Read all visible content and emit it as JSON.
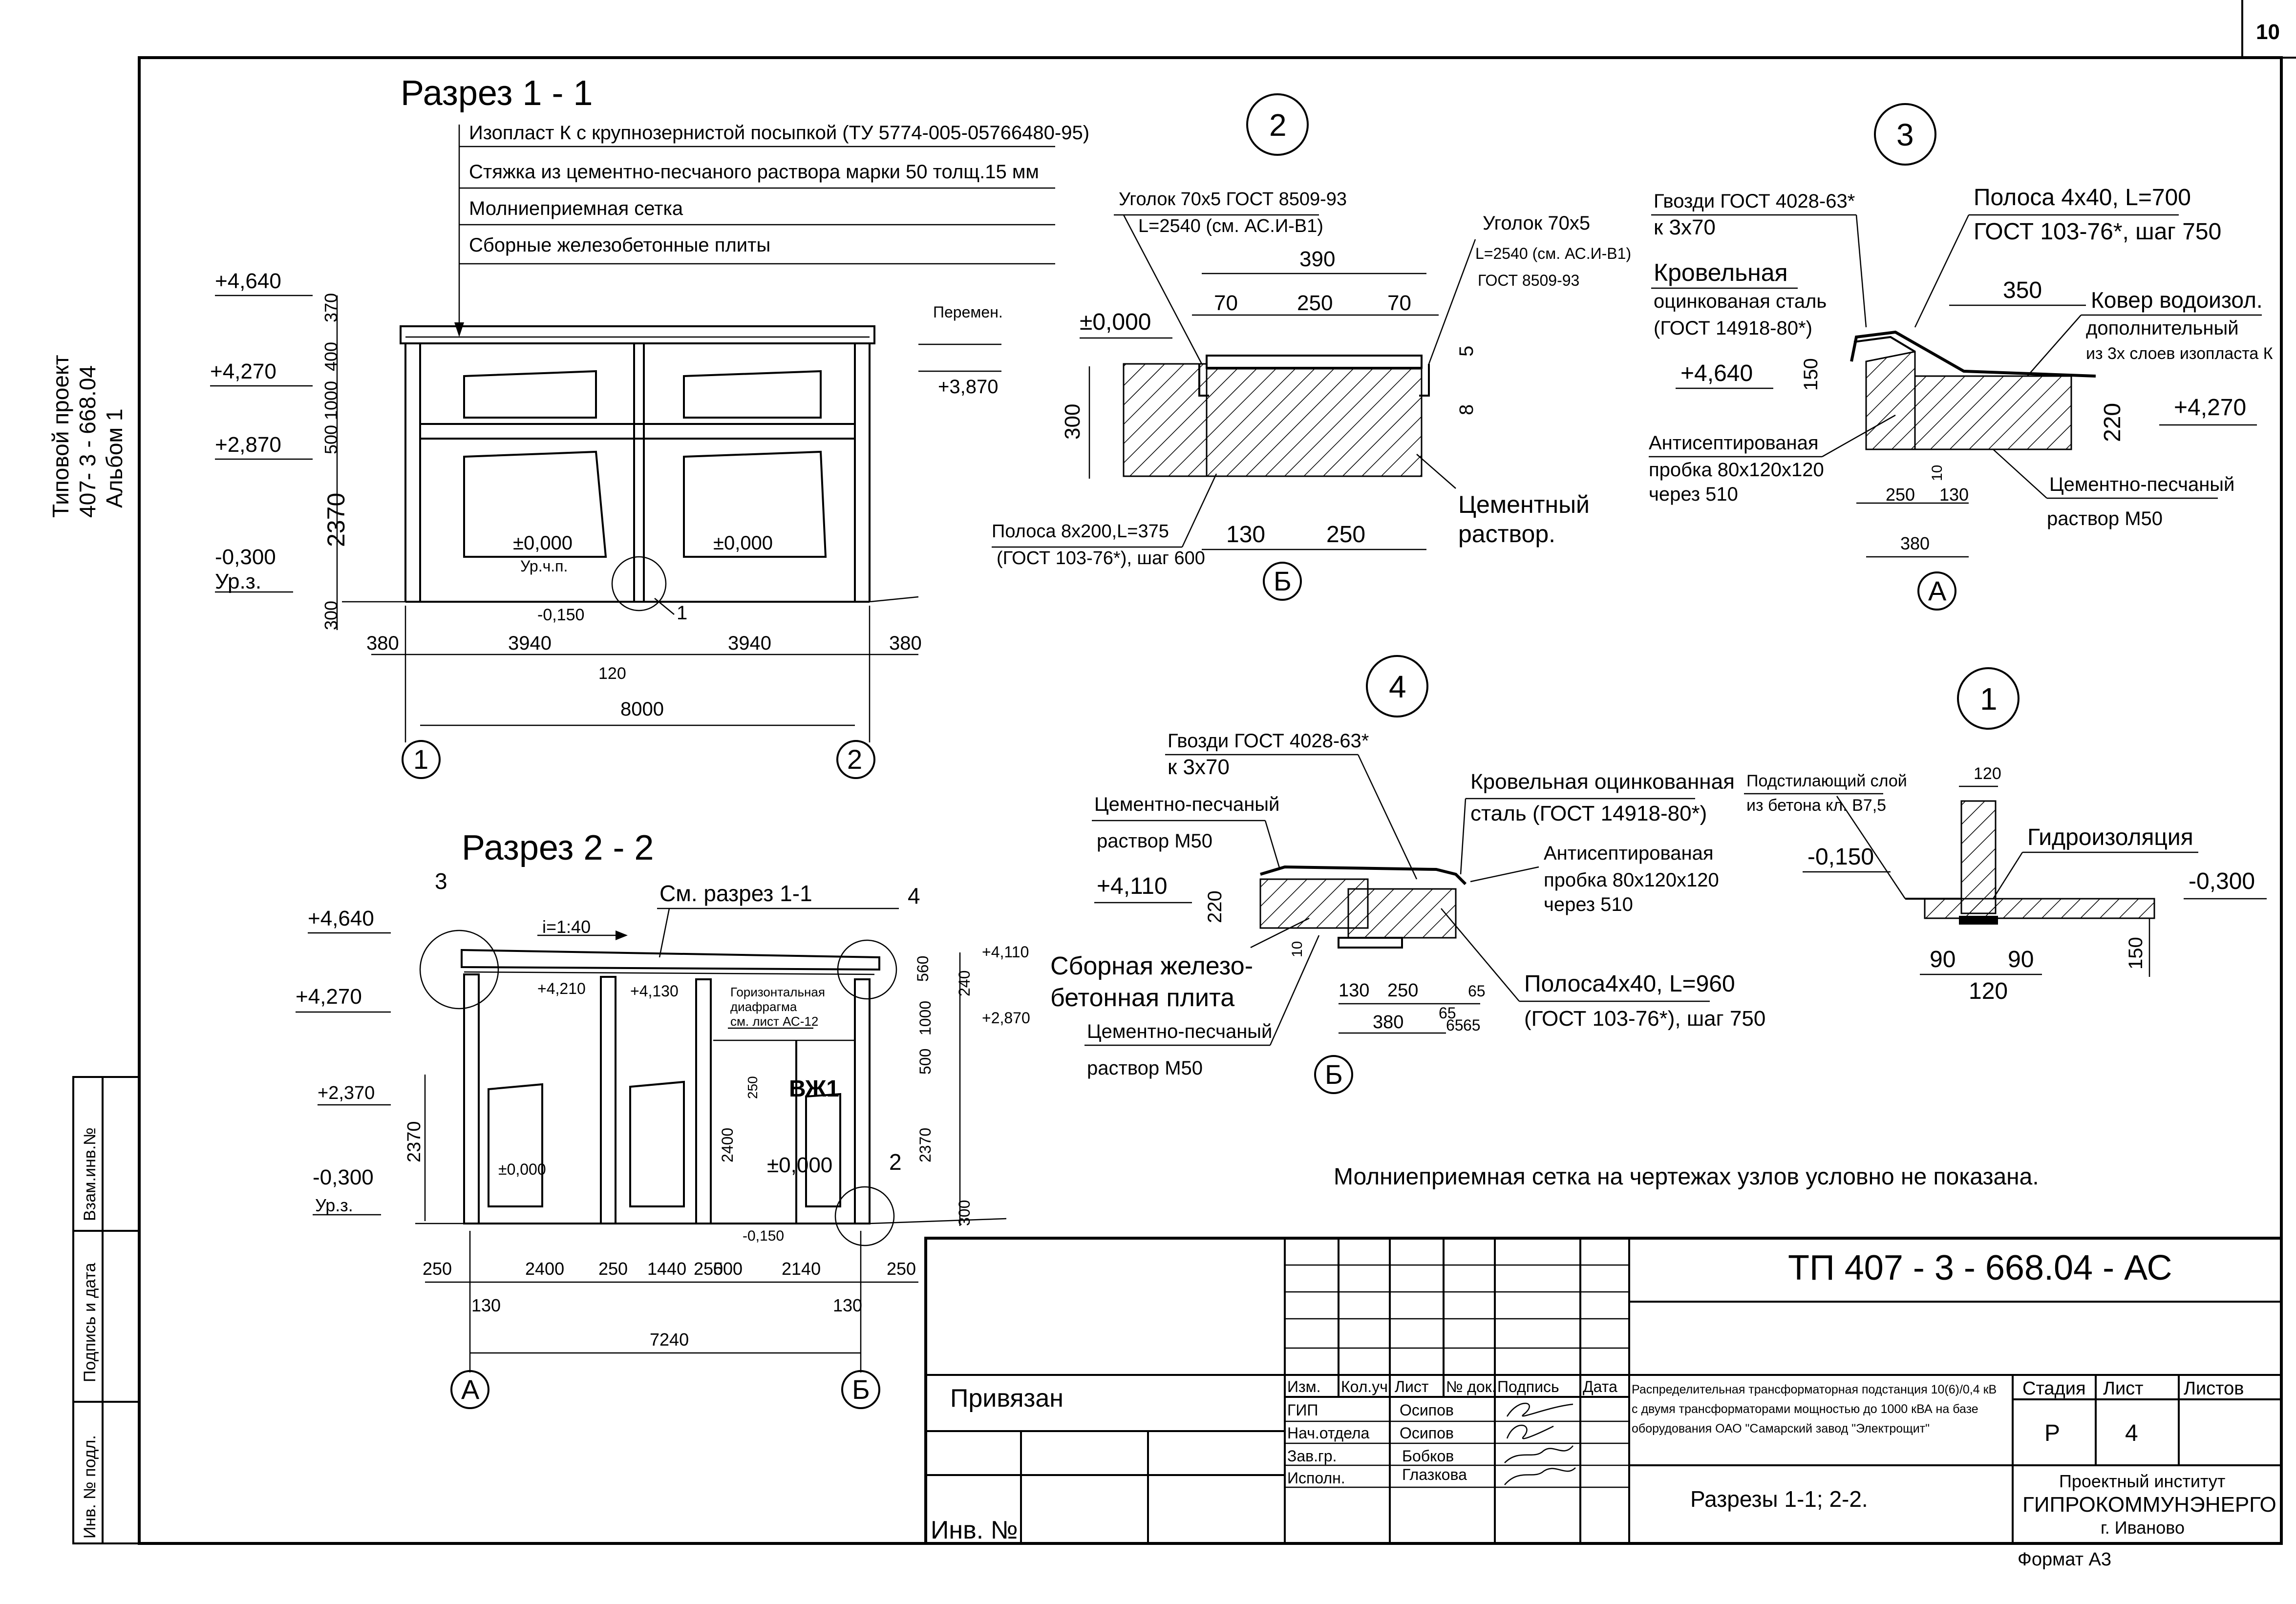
{
  "sheet": {
    "page_number": "10",
    "project_side": [
      "Типовой проект",
      "407- 3 - 668.04",
      "Альбом 1"
    ],
    "format": "Формат А3",
    "note": "Молниеприемная сетка на чертежах узлов условно не показана."
  },
  "section_1": {
    "title": "Разрез  1 - 1",
    "layers": [
      "Изопласт К с крупнозернистой посыпкой (ТУ 5774-005-05766480-95)",
      "Стяжка из цементно-песчаного раствора марки 50   толщ.15 мм",
      "Молниеприемная сетка",
      "Сборные железобетонные плиты"
    ],
    "levels": [
      "+4,640",
      "+4,270",
      "+2,870",
      "-0,300",
      "Ур.з."
    ],
    "level_right": "+3,870",
    "level_right_note": "Перемен.",
    "vertical_dims": [
      "370",
      "400",
      "1000",
      "500",
      "2370",
      "300"
    ],
    "floor_levels": [
      "±0,000",
      "±0,000"
    ],
    "floor_note": "Ур.ч.п.",
    "minus_level": "-0,150",
    "node_ref": "1",
    "horizontal_dims": [
      "380",
      "3940",
      "3940",
      "380"
    ],
    "center_dim": "120",
    "total_dim": "8000",
    "axes": [
      "1",
      "2"
    ]
  },
  "section_2": {
    "title": "Разрез  2 - 2",
    "see_ref": "См. разрез 1-1",
    "slope": "i=1:40",
    "node_refs": [
      "3",
      "4",
      "2"
    ],
    "levels": [
      "+4,640",
      "+4,270",
      "+2,370",
      "-0,300",
      "Ур.з."
    ],
    "inner_levels": [
      "+4,210",
      "+4,130"
    ],
    "right_levels": [
      "+4,110",
      "+2,870"
    ],
    "diaphragm": [
      "Горизонтальная",
      "диафрагма",
      "см. лист АС-12"
    ],
    "beam_label": "ВЖ1",
    "dim_250": "250",
    "dim_2400": "2400",
    "floor_levels": [
      "±0,000",
      "±0,000"
    ],
    "minus_level": "-0,150",
    "left_dim": "2370",
    "right_vertical_dims": [
      "560",
      "240",
      "1000",
      "500",
      "2370",
      "300"
    ],
    "horizontal_dims": [
      "250",
      "2400",
      "250",
      "1440",
      "250",
      "500",
      "2140",
      "250"
    ],
    "sub_dims": [
      "130",
      "130"
    ],
    "total_dim": "7240",
    "axes": [
      "А",
      "Б"
    ]
  },
  "node_2": {
    "label": "2",
    "angle_left": [
      "Уголок 70х5  ГОСТ 8509-93",
      "L=2540  (см. АС.И-В1)"
    ],
    "angle_right": [
      "Уголок 70х5",
      "L=2540  (см. АС.И-В1)",
      "ГОСТ 8509-93"
    ],
    "dims_top": [
      "390",
      "70",
      "250",
      "70"
    ],
    "dims_side": [
      "5",
      "8"
    ],
    "level": "±0,000",
    "height": "300",
    "strip": [
      "Полоса 8х200,L=375",
      "(ГОСТ 103-76*), шаг 600"
    ],
    "dims_bottom": [
      "130",
      "250"
    ],
    "mortar": [
      "Цементный",
      "раствор."
    ],
    "axis": "Б"
  },
  "node_3": {
    "label": "3",
    "nails": [
      "Гвозди ГОСТ 4028-63*",
      "к 3х70"
    ],
    "strip": [
      "Полоса 4х40, L=700",
      "ГОСТ 103-76*, шаг 750"
    ],
    "steel": [
      "Кровельная",
      "оцинкованая сталь",
      "(ГОСТ 14918-80*)"
    ],
    "dim_350": "350",
    "carpet": [
      "Ковер водоизол.",
      "дополнительный",
      "из 3х слоев изопласта К"
    ],
    "level_top": "+4,640",
    "dim_150": "150",
    "dim_220": "220",
    "level_right": "+4,270",
    "plug": [
      "Антисептированая",
      "пробка 80х120х120",
      "через 510"
    ],
    "mortar": [
      "Цементно-песчаный",
      "раствор  М50"
    ],
    "dims_bottom": [
      "250",
      "130",
      "10"
    ],
    "dim_380": "380",
    "axis": "А"
  },
  "node_4": {
    "label": "4",
    "nails": [
      "Гвозди ГОСТ 4028-63*",
      "к 3х70"
    ],
    "mortar_top": [
      "Цементно-песчаный",
      "раствор  М50"
    ],
    "steel": [
      "Кровельная оцинкованная",
      "сталь (ГОСТ 14918-80*)"
    ],
    "plug": [
      "Антисептированая",
      "пробка 80х120х120",
      "через 510"
    ],
    "level": "+4,110",
    "dim_220": "220",
    "dim_10": "10",
    "slab": [
      "Сборная железо-",
      "бетонная плита"
    ],
    "mortar_bottom": [
      "Цементно-песчаный",
      "раствор  М50"
    ],
    "strip": [
      "Полоса4х40, L=960",
      "(ГОСТ 103-76*), шаг 750"
    ],
    "dims": [
      "130",
      "250",
      "65",
      "65",
      "380",
      "65",
      "65"
    ],
    "axis": "Б"
  },
  "node_1": {
    "label": "1",
    "base": [
      "Подстилающий слой",
      "из бетона кл. В7,5"
    ],
    "waterproof": "Гидроизоляция",
    "dim_top": "120",
    "level_left": "-0,150",
    "level_right": "-0,300",
    "dims_bottom": [
      "90",
      "90"
    ],
    "dim_total": "120",
    "dim_side": "150"
  },
  "left_stamp": [
    "Взам.инв.№",
    "Подпись и дата",
    "Инв. № подл."
  ],
  "title_block": {
    "doc_code": "ТП   407 - 3 - 668.04 - АС",
    "bound": "Привязан",
    "inv": "Инв. №",
    "headers": [
      "Изм.",
      "Кол.уч.",
      "Лист",
      "№ док.",
      "Подпись",
      "Дата"
    ],
    "roles": [
      {
        "role": "ГИП",
        "name": "Осипов"
      },
      {
        "role": "Нач.отдела",
        "name": "Осипов"
      },
      {
        "role": "Зав.гр.",
        "name": "Бобков"
      },
      {
        "role": "Исполн.",
        "name": "Глазкова"
      }
    ],
    "object": [
      "Распределительная трансформаторная подстанция 10(6)/0,4 кВ",
      "с двумя трансформаторами мощностью до 1000 кВА на базе",
      "оборудования ОАО \"Самарский завод \"Электрощит\""
    ],
    "sheet_name": "Разрезы 1-1; 2-2.",
    "stage_label": "Стадия",
    "sheet_label": "Лист",
    "sheets_label": "Листов",
    "stage": "Р",
    "sheet": "4",
    "institute": [
      "Проектный институт",
      "ГИПРОКОММУНЭНЕРГО",
      "г. Иваново"
    ]
  }
}
